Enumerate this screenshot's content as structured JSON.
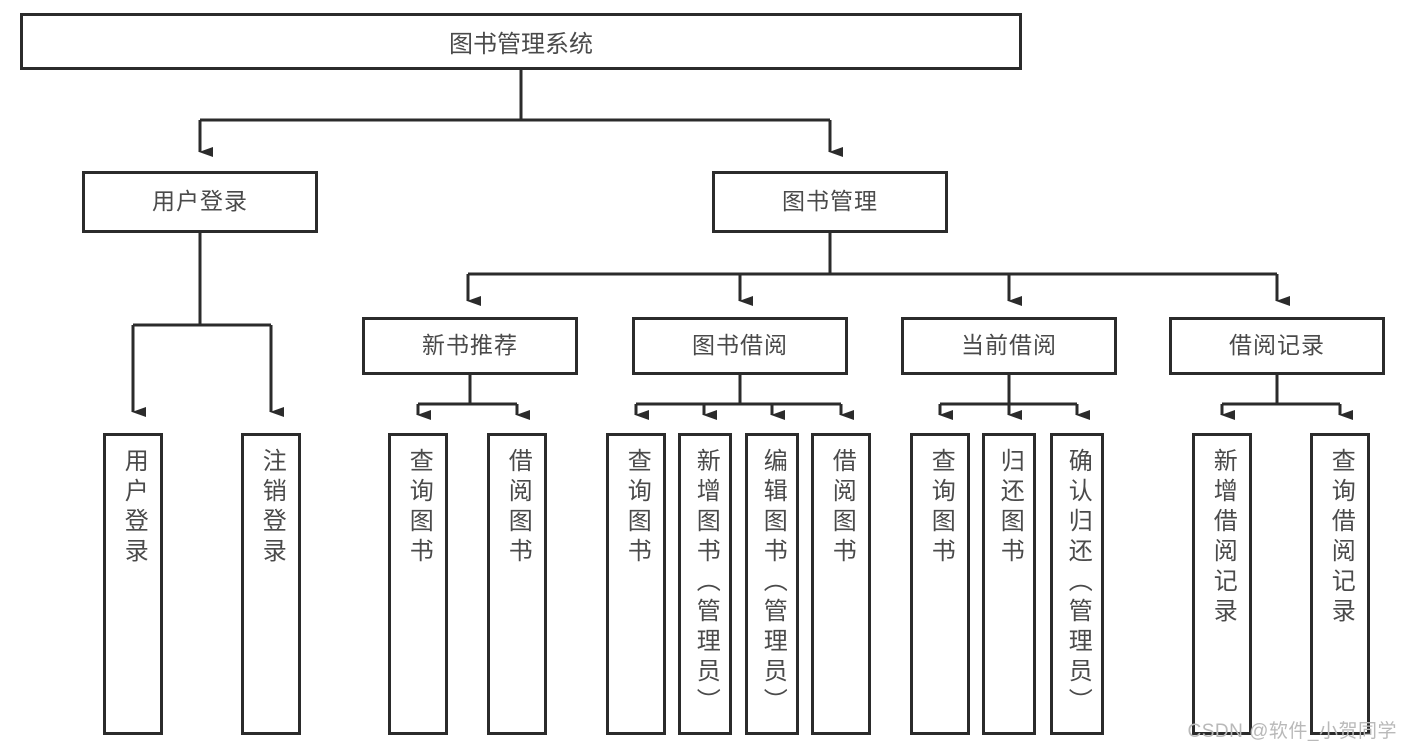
{
  "diagram": {
    "title": "图书管理系统",
    "type": "tree-hierarchy",
    "root": {
      "label": "图书管理系统"
    },
    "level1": [
      {
        "id": "user-login",
        "label": "用户登录"
      },
      {
        "id": "book-manage",
        "label": "图书管理"
      }
    ],
    "level2": [
      {
        "id": "new-book-recommend",
        "label": "新书推荐",
        "parent": "book-manage"
      },
      {
        "id": "book-borrow",
        "label": "图书借阅",
        "parent": "book-manage"
      },
      {
        "id": "current-borrow",
        "label": "当前借阅",
        "parent": "book-manage"
      },
      {
        "id": "borrow-record",
        "label": "借阅记录",
        "parent": "book-manage"
      }
    ],
    "leaves": [
      {
        "id": "leaf-user-login",
        "label": "用户登录",
        "parent": "user-login"
      },
      {
        "id": "leaf-user-logout",
        "label": "注销登录",
        "parent": "user-login"
      },
      {
        "id": "leaf-query-book-1",
        "label": "查询图书",
        "parent": "new-book-recommend"
      },
      {
        "id": "leaf-borrow-book-1",
        "label": "借阅图书",
        "parent": "new-book-recommend"
      },
      {
        "id": "leaf-query-book-2",
        "label": "查询图书",
        "parent": "book-borrow"
      },
      {
        "id": "leaf-add-book",
        "label": "新增图书（管理员）",
        "parent": "book-borrow"
      },
      {
        "id": "leaf-edit-book",
        "label": "编辑图书（管理员）",
        "parent": "book-borrow"
      },
      {
        "id": "leaf-borrow-book-2",
        "label": "借阅图书",
        "parent": "book-borrow"
      },
      {
        "id": "leaf-query-book-3",
        "label": "查询图书",
        "parent": "current-borrow"
      },
      {
        "id": "leaf-return-book",
        "label": "归还图书",
        "parent": "current-borrow"
      },
      {
        "id": "leaf-confirm-return",
        "label": "确认归还（管理员）",
        "parent": "current-borrow"
      },
      {
        "id": "leaf-add-record",
        "label": "新增借阅记录",
        "parent": "borrow-record"
      },
      {
        "id": "leaf-query-record",
        "label": "查询借阅记录",
        "parent": "borrow-record"
      }
    ],
    "colors": {
      "stroke": "#2b2b2b",
      "text": "#4a4a4a",
      "background": "#ffffff",
      "watermark": "#b9b9b9"
    }
  },
  "watermark": {
    "text": "CSDN @软件_小贺同学"
  }
}
